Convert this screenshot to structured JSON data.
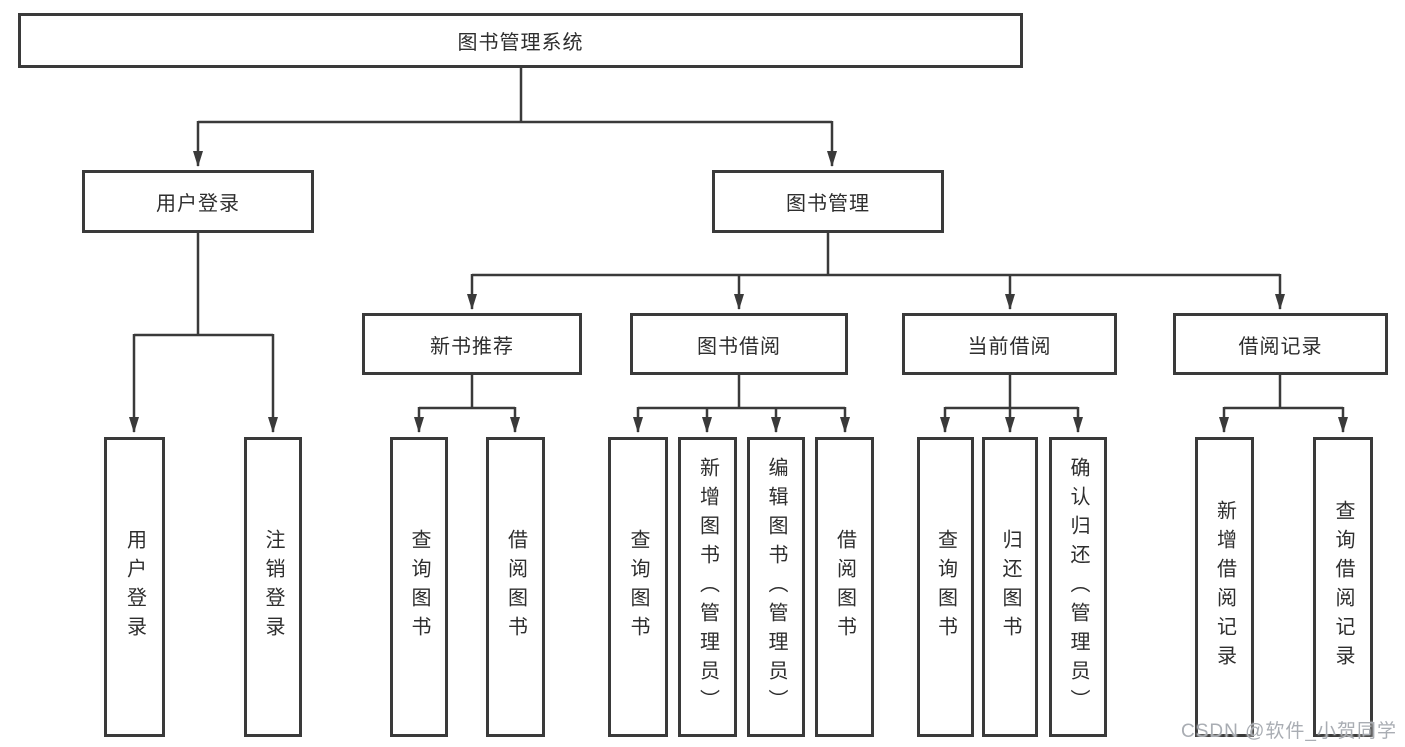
{
  "diagram": {
    "title": "图书管理系统",
    "root": {
      "label": "图书管理系统"
    },
    "branches": [
      {
        "label": "用户登录"
      },
      {
        "label": "图书管理"
      }
    ],
    "modules": [
      {
        "label": "新书推荐"
      },
      {
        "label": "图书借阅"
      },
      {
        "label": "当前借阅"
      },
      {
        "label": "借阅记录"
      }
    ],
    "leaves": [
      {
        "label": "用户登录"
      },
      {
        "label": "注销登录"
      },
      {
        "label": "查询图书"
      },
      {
        "label": "借阅图书"
      },
      {
        "label": "查询图书"
      },
      {
        "label": "新增图书（管理员）"
      },
      {
        "label": "编辑图书（管理员）"
      },
      {
        "label": "借阅图书"
      },
      {
        "label": "查询图书"
      },
      {
        "label": "归还图书"
      },
      {
        "label": "确认归还（管理员）"
      },
      {
        "label": "新增借阅记录"
      },
      {
        "label": "查询借阅记录"
      }
    ],
    "colors": {
      "line": "#3a3a3a",
      "text": "#2e2e2e",
      "background": "#ffffff"
    }
  },
  "watermark": "CSDN @软件_小贺同学"
}
